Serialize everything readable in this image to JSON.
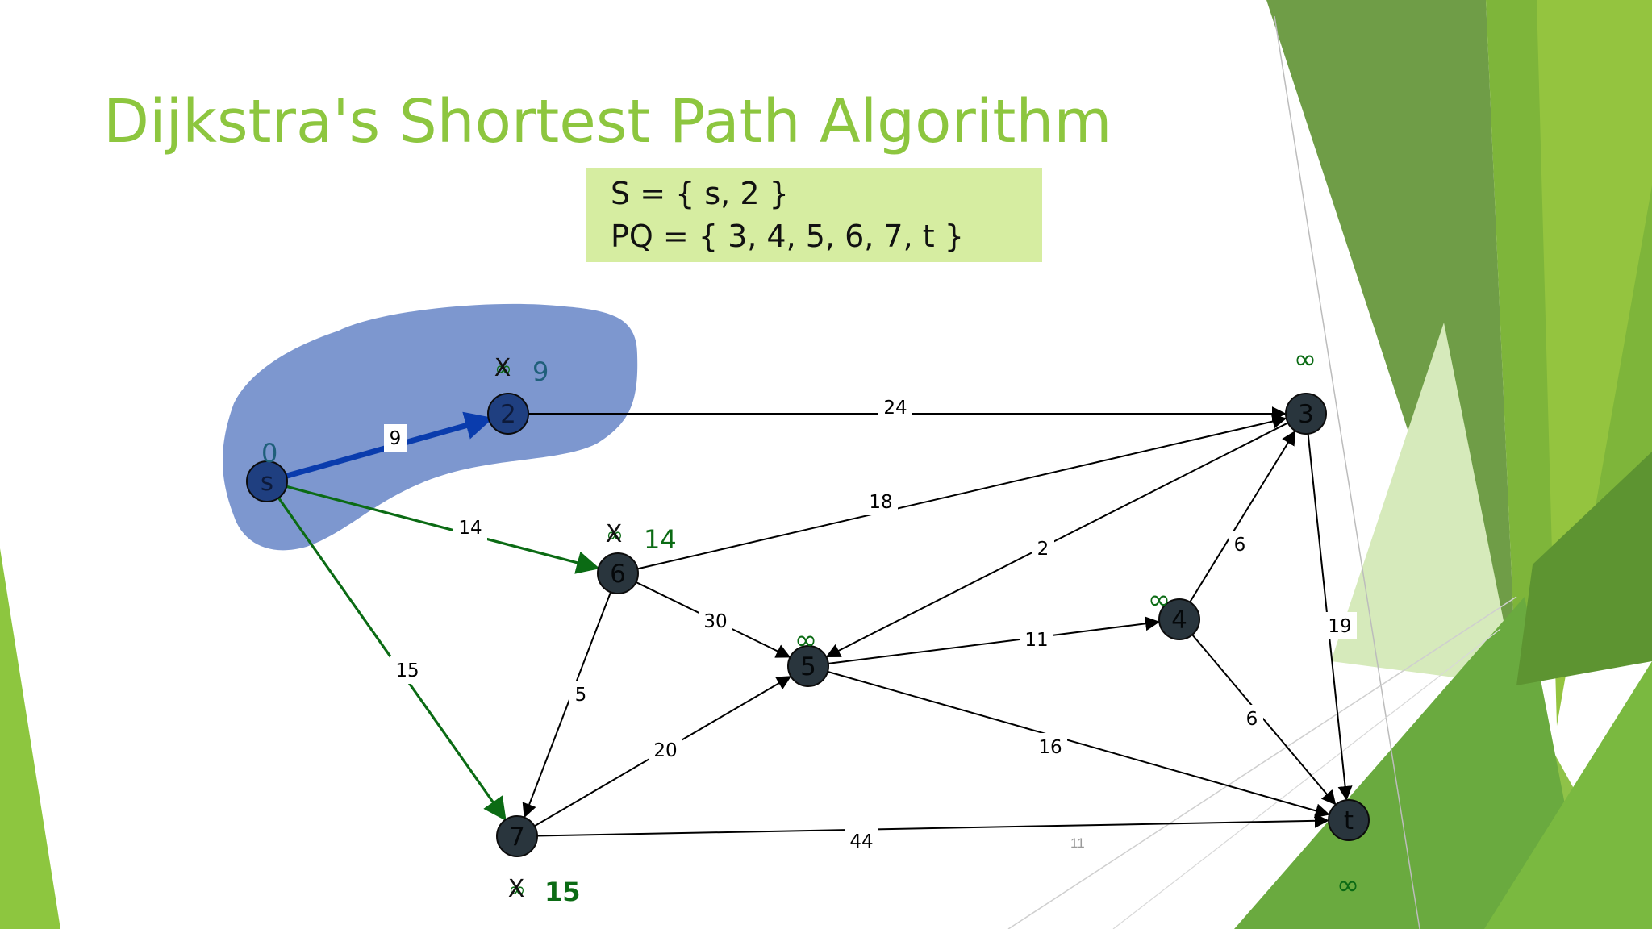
{
  "slide": {
    "title": "Dijkstra's Shortest Path Algorithm",
    "set_S": "S = { s, 2 }",
    "set_PQ": "PQ = { 3, 4, 5, 6, 7, t }",
    "page_number": "11"
  },
  "colors": {
    "title": "#8dc63f",
    "set_box": "#d6eda1",
    "explored_region": "#7d97cf",
    "node_fill": "#29353d",
    "tree_edge": "#0a3cad",
    "candidate_edge": "#0b6b14",
    "distance_label": "#0b6b14",
    "edge": "#000000"
  },
  "nodes": [
    {
      "id": "s",
      "label": "s",
      "distance": "0"
    },
    {
      "id": "2",
      "label": "2",
      "crossed": "∞",
      "distance": "9"
    },
    {
      "id": "3",
      "label": "3",
      "distance": "∞"
    },
    {
      "id": "4",
      "label": "4",
      "distance": "∞"
    },
    {
      "id": "5",
      "label": "5",
      "distance": "∞"
    },
    {
      "id": "6",
      "label": "6",
      "crossed": "∞",
      "distance": "14"
    },
    {
      "id": "7",
      "label": "7",
      "crossed": "∞",
      "distance": "15"
    },
    {
      "id": "t",
      "label": "t",
      "distance": "∞"
    }
  ],
  "edges": [
    {
      "from": "s",
      "to": "2",
      "weight": "9",
      "style": "tree"
    },
    {
      "from": "s",
      "to": "6",
      "weight": "14",
      "style": "candidate"
    },
    {
      "from": "s",
      "to": "7",
      "weight": "15",
      "style": "candidate"
    },
    {
      "from": "2",
      "to": "3",
      "weight": "24",
      "style": "normal"
    },
    {
      "from": "6",
      "to": "3",
      "weight": "18",
      "style": "normal"
    },
    {
      "from": "3",
      "to": "5",
      "weight": "2",
      "style": "normal"
    },
    {
      "from": "4",
      "to": "3",
      "weight": "6",
      "style": "normal"
    },
    {
      "from": "3",
      "to": "t",
      "weight": "19",
      "style": "normal"
    },
    {
      "from": "6",
      "to": "5",
      "weight": "30",
      "style": "normal"
    },
    {
      "from": "6",
      "to": "7",
      "weight": "5",
      "style": "normal"
    },
    {
      "from": "5",
      "to": "4",
      "weight": "11",
      "style": "normal"
    },
    {
      "from": "4",
      "to": "t",
      "weight": "6",
      "style": "normal"
    },
    {
      "from": "5",
      "to": "t",
      "weight": "16",
      "style": "normal"
    },
    {
      "from": "7",
      "to": "5",
      "weight": "20",
      "style": "normal"
    },
    {
      "from": "7",
      "to": "t",
      "weight": "44",
      "style": "normal"
    }
  ]
}
